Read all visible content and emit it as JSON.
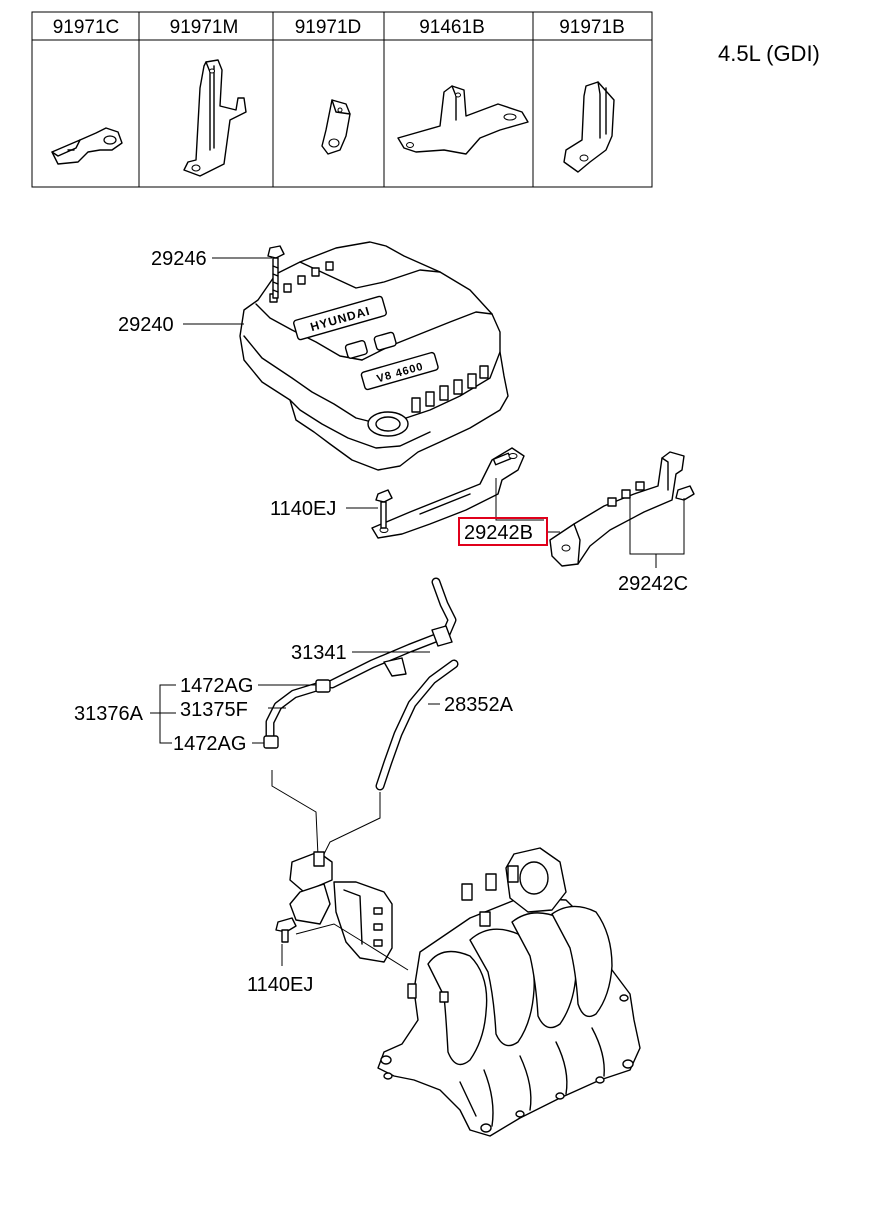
{
  "engine_label": "4.5L (GDI)",
  "header_cells": [
    "91971C",
    "91971M",
    "91971D",
    "91461B",
    "91971B"
  ],
  "labels": {
    "l29246": "29246",
    "l29240": "29240",
    "l1140ej_top": "1140EJ",
    "l29242b": "29242B",
    "l29242c": "29242C",
    "l31341": "31341",
    "l1472ag_top": "1472AG",
    "l31375f": "31375F",
    "l31376a": "31376A",
    "l1472ag_bottom": "1472AG",
    "l28352a": "28352A",
    "l1140ej_bottom": "1140EJ"
  },
  "highlight_color": "#e0001b",
  "cover_text": {
    "brand": "HYUNDAI",
    "engine": "V8 4600"
  }
}
